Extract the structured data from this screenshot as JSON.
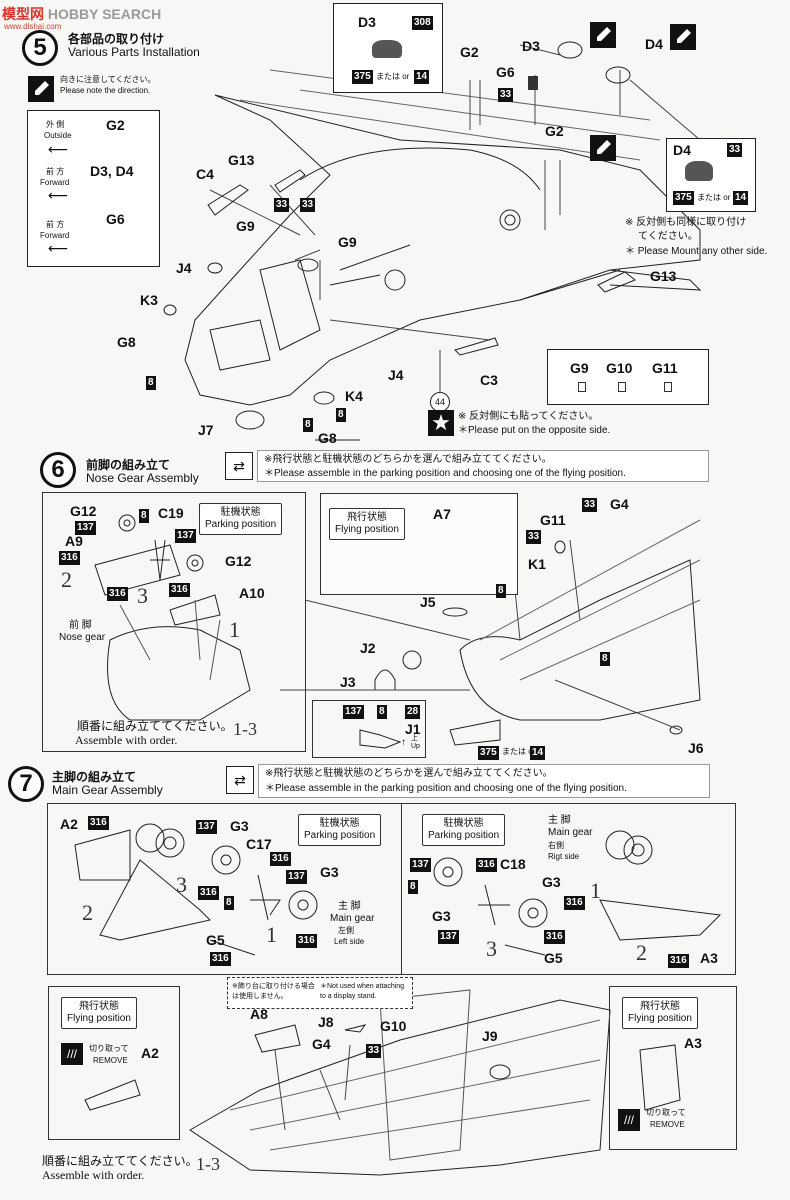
{
  "watermark": {
    "brand": "模型网",
    "search": "HOBBY SEARCH",
    "url": "www.dlshai.com"
  },
  "step5": {
    "number": "5",
    "title_jp": "各部品の取り付け",
    "title_en": "Various Parts Installation",
    "direction_jp": "向きに注意してください。",
    "direction_en": "Please note the direction.",
    "legend": [
      {
        "jp": "外 側",
        "en": "Outside",
        "part": "G2"
      },
      {
        "jp": "前 方",
        "en": "Forward",
        "part": "D3, D4"
      },
      {
        "jp": "前 方",
        "en": "Forward",
        "part": "G6"
      }
    ],
    "d3_box": {
      "part": "D3",
      "color": "308",
      "alt1": "375",
      "or": "または or",
      "alt2": "14"
    },
    "d4_box": {
      "part": "D4",
      "color": "33",
      "alt1": "375",
      "or": "または or",
      "alt2": "14"
    },
    "mount_note_jp1": "※ 反対側も同様に取り付け",
    "mount_note_jp2": "てください。",
    "mount_note_en": "＊ Please Mount any other side.",
    "part_labels": [
      "D3",
      "D4",
      "G2",
      "G6",
      "G2",
      "G13",
      "C4",
      "G9",
      "G9",
      "J4",
      "K3",
      "G8",
      "J4",
      "K4",
      "C3",
      "J7",
      "G8",
      "G13"
    ],
    "color_tags": [
      "33",
      "33",
      "33",
      "8",
      "8",
      "8"
    ],
    "g_boxes": [
      "G9",
      "G10",
      "G11"
    ],
    "decal_number": "44",
    "decal_note_jp": "※ 反対側にも貼ってください。",
    "decal_note_en": "＊Please put on the opposite side."
  },
  "step6": {
    "number": "6",
    "title_jp": "前脚の組み立て",
    "title_en": "Nose Gear Assembly",
    "note_jp": "※飛行状態と駐機状態のどちらかを選んで組み立ててください。",
    "note_en": "＊Please assemble in the parking position and choosing one of the flying position.",
    "parking_jp": "駐機状態",
    "parking_en": "Parking position",
    "flying_jp": "飛行状態",
    "flying_en": "Flying position",
    "nose_jp": "前 脚",
    "nose_en": "Nose gear",
    "order_jp": "順番に組み立ててください。",
    "order_en": "Assemble with order.",
    "order_range": "1-3",
    "part_labels": [
      "G12",
      "C19",
      "A9",
      "G12",
      "A10",
      "A7",
      "G11",
      "G4",
      "K1",
      "J5",
      "J2",
      "J3",
      "J1",
      "J6"
    ],
    "color_tags": [
      "137",
      "8",
      "137",
      "316",
      "316",
      "316",
      "33",
      "33",
      "8",
      "8",
      "137",
      "8",
      "28",
      "375",
      "14"
    ],
    "seq_nums": [
      "2",
      "3",
      "1"
    ],
    "up_jp": "上",
    "up_en": "Up",
    "or": "または or"
  },
  "step7": {
    "number": "7",
    "title_jp": "主脚の組み立て",
    "title_en": "Main Gear Assembly",
    "note_jp": "※飛行状態と駐機状態のどちらかを選んで組み立ててください。",
    "note_en": "＊Please assemble in the parking position and choosing one of the flying position.",
    "parking_jp": "駐機状態",
    "parking_en": "Parking position",
    "flying_jp": "飛行状態",
    "flying_en": "Flying position",
    "main_left_jp": "主 脚",
    "main_left_en": "Main gear",
    "left_jp": "左側",
    "left_en": "Left side",
    "main_right_jp": "主 脚",
    "main_right_en": "Main gear",
    "right_jp": "右側",
    "right_en": "Rigt side",
    "stand_note_jp": "※飾り台に取り付ける場合は使用しません。",
    "stand_note_en": "＊Not used when attaching to a display stand.",
    "cut_jp": "切り取って",
    "cut_en": "REMOVE",
    "order_jp": "順番に組み立ててください。",
    "order_en": "Assemble with order.",
    "order_range": "1-3",
    "part_labels": [
      "A2",
      "G3",
      "C17",
      "G3",
      "G5",
      "C18",
      "G3",
      "G3",
      "G5",
      "A3",
      "A8",
      "J8",
      "G10",
      "G4",
      "J9",
      "A2",
      "A3"
    ],
    "color_tags": [
      "316",
      "137",
      "316",
      "137",
      "316",
      "8",
      "316",
      "316",
      "137",
      "316",
      "8",
      "316",
      "137",
      "316",
      "316",
      "33"
    ],
    "seq_nums": [
      "3",
      "2",
      "1",
      "1",
      "3",
      "2"
    ]
  }
}
